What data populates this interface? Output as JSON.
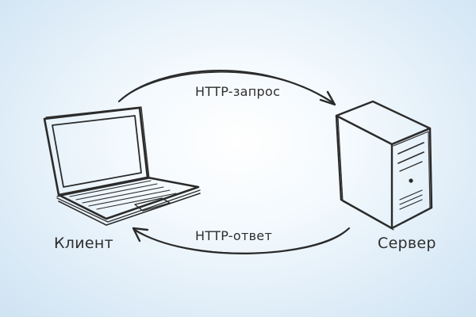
{
  "request_label": "HTTP-запрос",
  "response_label": "HTTP-ответ",
  "client_label": "Клиент",
  "server_label": "Сервер",
  "colors": {
    "background_center": "#ffffff",
    "background_edge": "#cfe3f2",
    "ink": "#2b2b2b"
  },
  "icons": [
    "laptop-icon",
    "server-tower-icon"
  ]
}
